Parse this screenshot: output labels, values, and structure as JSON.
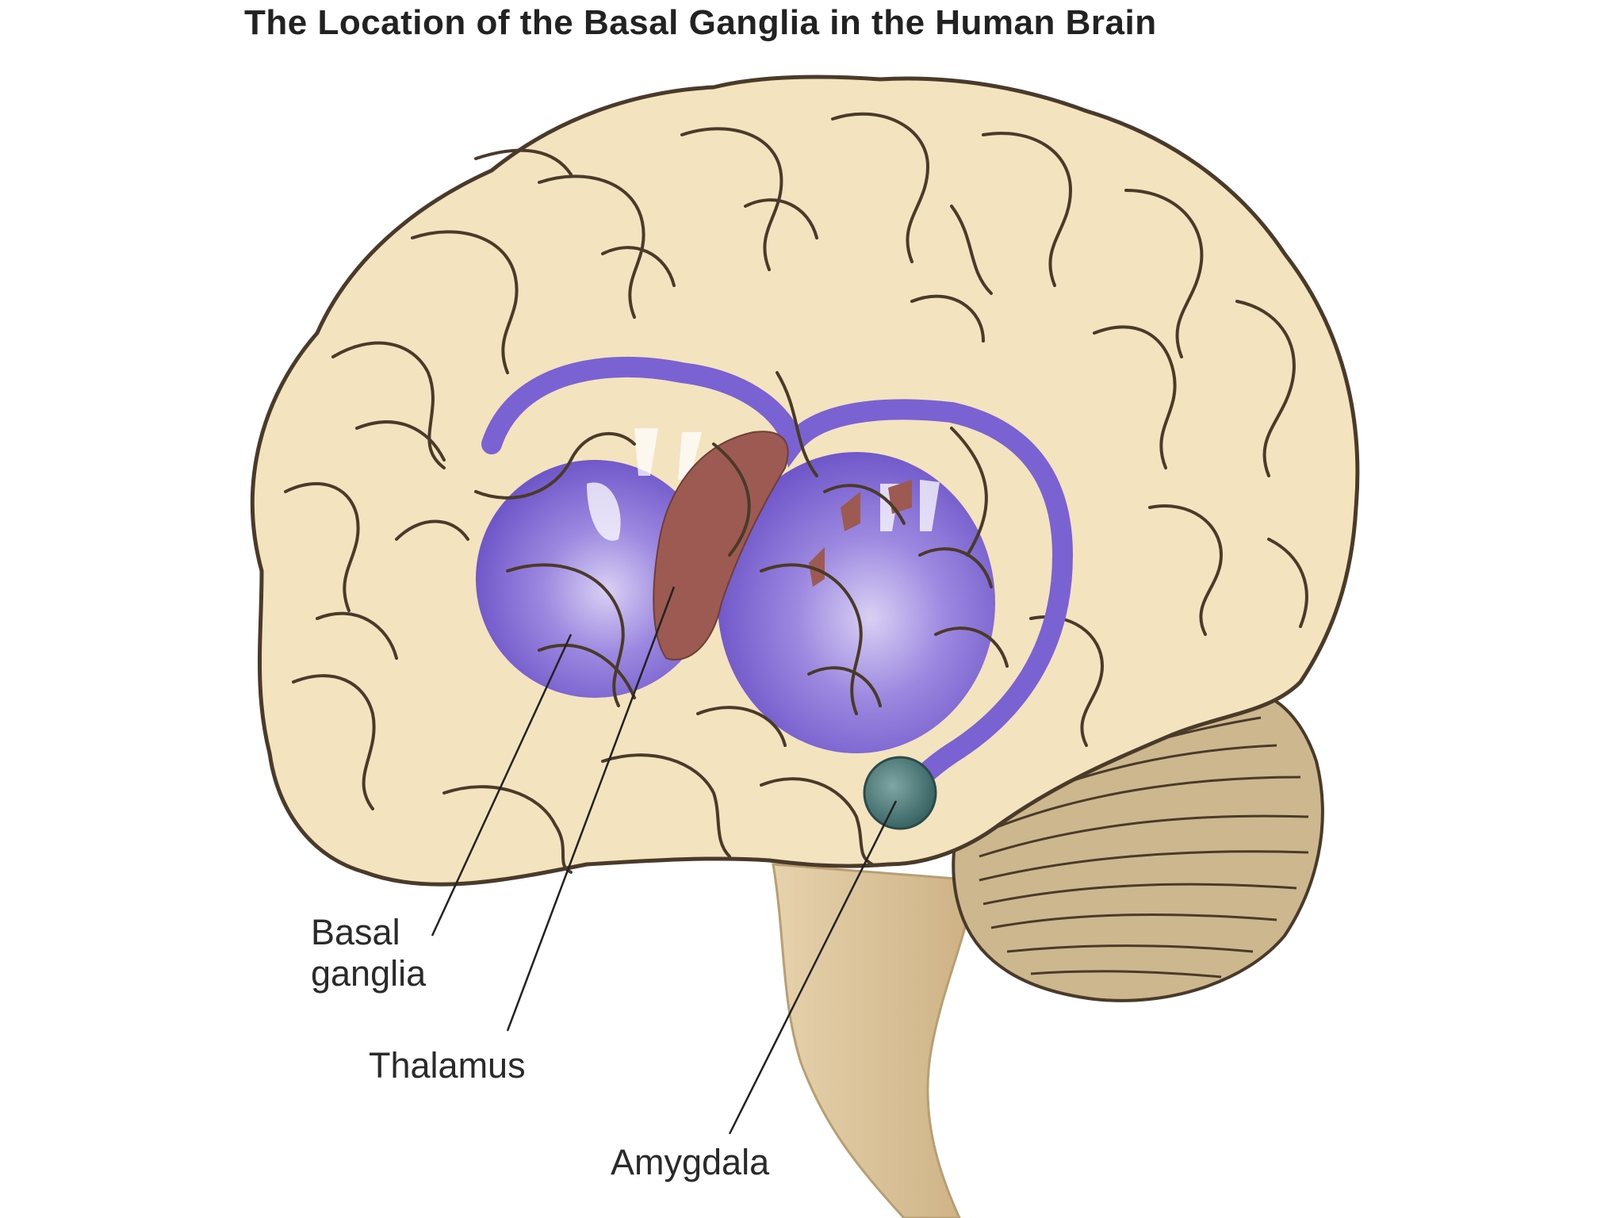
{
  "title": "The Location of the Basal Ganglia in the Human Brain",
  "labels": {
    "basal_line1": "Basal",
    "basal_line2": "ganglia",
    "thalamus": "Thalamus",
    "amygdala": "Amygdala"
  },
  "colors": {
    "cortex": "#f3e4bf",
    "outline": "#4a3a2a",
    "basal_ganglia": "#7a62d2",
    "thalamus": "#9c5a52",
    "amygdala": "#4e7b7a",
    "cerebellum": "#cdb78e",
    "brainstem": "#dcc59c"
  },
  "structures": [
    "cortex",
    "basal-ganglia",
    "thalamus",
    "amygdala",
    "cerebellum",
    "brainstem"
  ]
}
